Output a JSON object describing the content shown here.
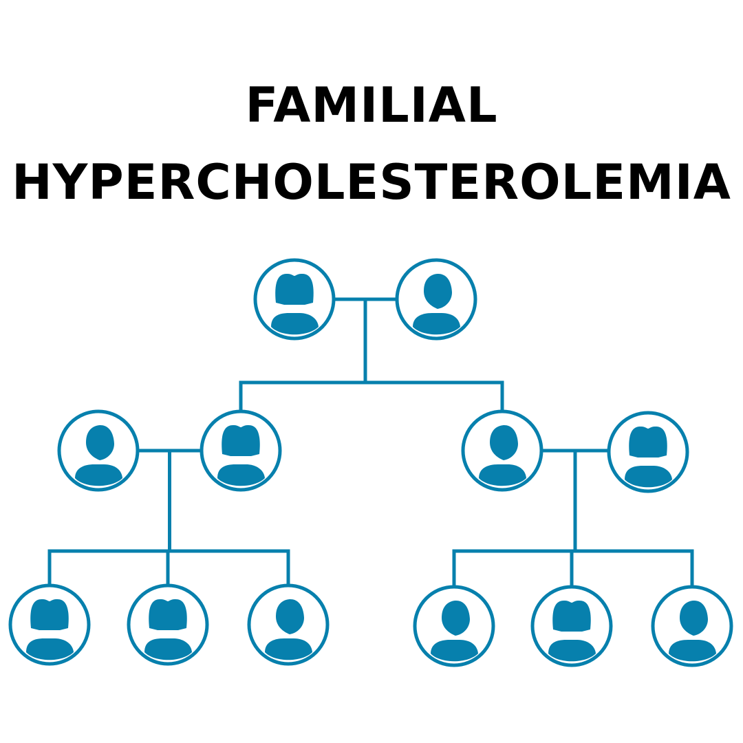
{
  "title": {
    "line1": "FAMILIAL",
    "line2": "HYPERCHOLESTEROLEMIA"
  },
  "colors": {
    "accent": "#0780ad",
    "text": "#000000",
    "background": "#ffffff"
  },
  "pedigree": {
    "generations": [
      {
        "members": [
          {
            "id": "g1-a",
            "sex": "female"
          },
          {
            "id": "g1-b",
            "sex": "male"
          }
        ]
      },
      {
        "members": [
          {
            "id": "g2-a",
            "sex": "male"
          },
          {
            "id": "g2-b",
            "sex": "female"
          },
          {
            "id": "g2-c",
            "sex": "male"
          },
          {
            "id": "g2-d",
            "sex": "female"
          }
        ]
      },
      {
        "members": [
          {
            "id": "g3-a",
            "sex": "female"
          },
          {
            "id": "g3-b",
            "sex": "female"
          },
          {
            "id": "g3-c",
            "sex": "male"
          },
          {
            "id": "g3-d",
            "sex": "male"
          },
          {
            "id": "g3-e",
            "sex": "female"
          },
          {
            "id": "g3-f",
            "sex": "male"
          }
        ]
      }
    ],
    "couples": [
      {
        "partners": [
          "g1-a",
          "g1-b"
        ],
        "children": [
          "g2-b",
          "g2-c"
        ]
      },
      {
        "partners": [
          "g2-a",
          "g2-b"
        ],
        "children": [
          "g3-a",
          "g3-b",
          "g3-c"
        ]
      },
      {
        "partners": [
          "g2-c",
          "g2-d"
        ],
        "children": [
          "g3-d",
          "g3-e",
          "g3-f"
        ]
      }
    ]
  }
}
